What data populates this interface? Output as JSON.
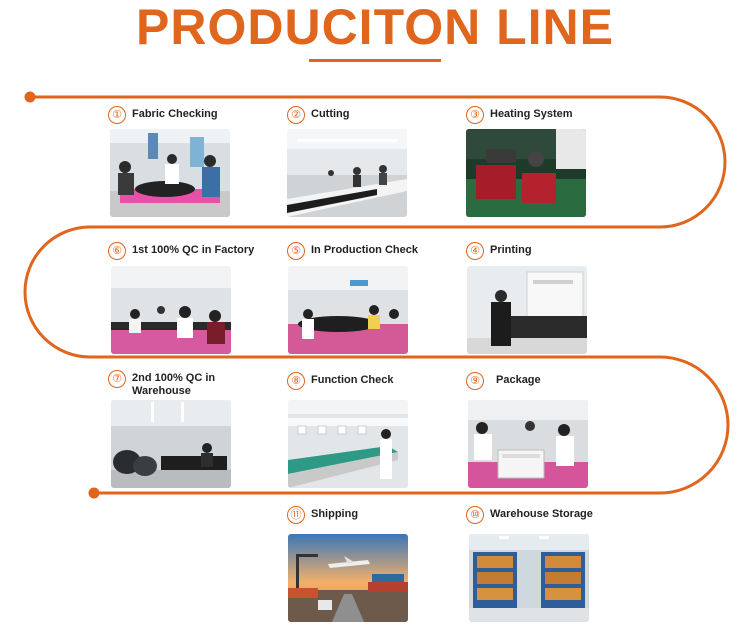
{
  "title": "PRODUCITON LINE",
  "colors": {
    "accent": "#e0651d"
  },
  "steps": [
    {
      "num": "①",
      "label": "Fabric Checking",
      "photo": "factory-photo"
    },
    {
      "num": "②",
      "label": "Cutting",
      "photo": "factory-photo"
    },
    {
      "num": "③",
      "label": "Heating System",
      "photo": "factory-photo"
    },
    {
      "num": "④",
      "label": "Printing",
      "photo": "factory-photo"
    },
    {
      "num": "⑤",
      "label": "In Production Check",
      "photo": "factory-photo"
    },
    {
      "num": "⑥",
      "label": "1st 100% QC in Factory",
      "photo": "factory-photo"
    },
    {
      "num": "⑦",
      "label": "2nd 100% QC in\nWarehouse",
      "photo": "factory-photo"
    },
    {
      "num": "⑧",
      "label": "Function Check",
      "photo": "factory-photo"
    },
    {
      "num": "⑨",
      "label": "Package",
      "photo": "factory-photo"
    },
    {
      "num": "⑩",
      "label": "Warehouse Storage",
      "photo": "warehouse-photo"
    },
    {
      "num": "⑪",
      "label": "Shipping",
      "photo": "port-photo"
    }
  ]
}
